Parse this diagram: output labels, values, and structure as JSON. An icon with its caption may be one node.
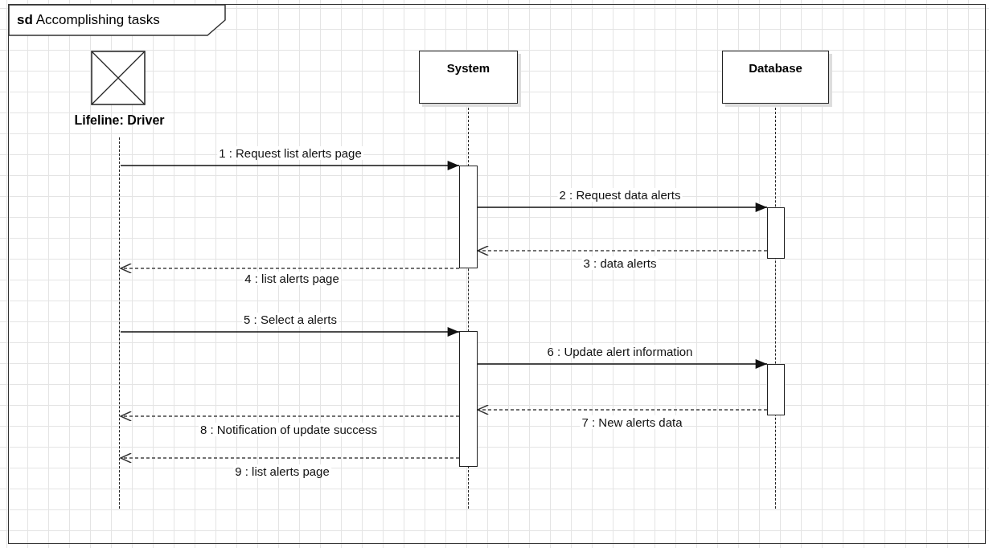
{
  "diagram": {
    "nodes": [
      {
        "text": [
          "**sd** Accomplishing tasks"
        ]
      },
      {
        "text": [
          "Lifeline: Driver"
        ],
        "in": 0
      },
      {
        "text": [
          "System"
        ],
        "in": 0
      },
      {
        "text": [
          "Database"
        ],
        "in": 0
      },
      {
        "text": [],
        "shape": "line",
        "in": 0
      },
      {
        "text": [],
        "shape": "line",
        "in": 0
      },
      {
        "text": [],
        "shape": "line",
        "in": 0
      },
      {
        "text": [],
        "shape": "bar",
        "in": 0
      },
      {
        "text": [],
        "shape": "bar",
        "in": 0
      },
      {
        "text": [],
        "shape": "bar",
        "in": 0
      },
      {
        "text": [],
        "shape": "bar",
        "in": 0
      }
    ],
    "edges": [
      {
        "from": 4,
        "to": 7,
        "arrow": "to",
        "label": "1 : Request list alerts page"
      },
      {
        "from": 7,
        "to": 8,
        "arrow": "to",
        "label": "2 : Request data alerts"
      },
      {
        "from": 8,
        "to": 7,
        "arrow": "to",
        "label": "3 : data alerts",
        "style": "dashed"
      },
      {
        "from": 7,
        "to": 4,
        "arrow": "to",
        "label": "4 : list alerts page",
        "style": "dashed"
      },
      {
        "from": 4,
        "to": 9,
        "arrow": "to",
        "label": "5 : Select a alerts"
      },
      {
        "from": 9,
        "to": 10,
        "arrow": "to",
        "label": "6 : Update alert information"
      },
      {
        "from": 10,
        "to": 9,
        "arrow": "to",
        "label": "7 : New alerts data",
        "style": "dashed"
      },
      {
        "from": 9,
        "to": 4,
        "arrow": "to",
        "label": "8 : Notification of update success",
        "style": "dashed"
      },
      {
        "from": 9,
        "to": 4,
        "arrow": "to",
        "label": "9 : list alerts page",
        "style": "dashed"
      }
    ]
  }
}
